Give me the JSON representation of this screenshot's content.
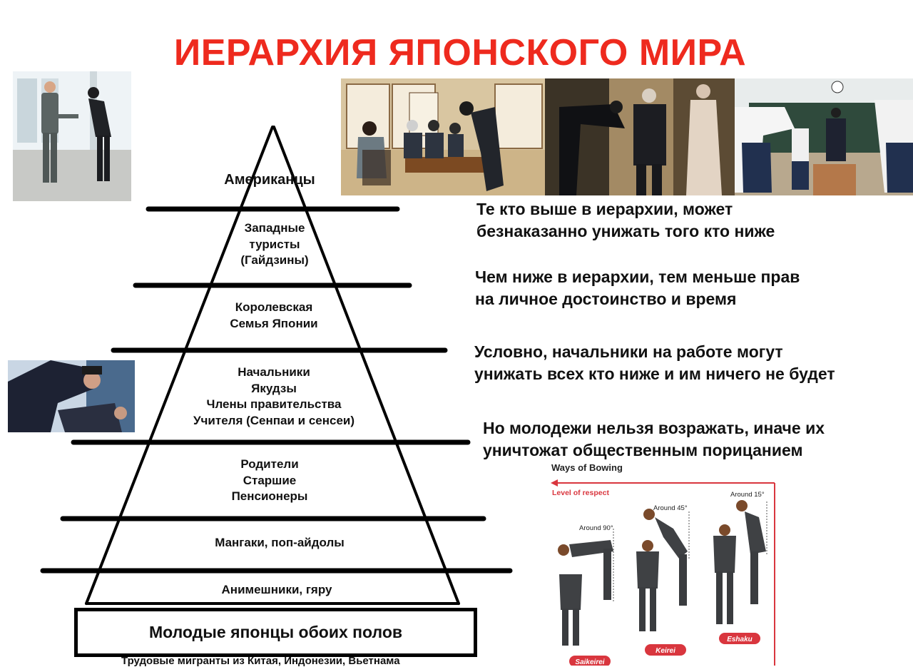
{
  "title": "ИЕРАРХИЯ ЯПОНСКОГО МИРА",
  "pyramid": {
    "tiers": [
      {
        "label": "Американцы"
      },
      {
        "label": "Западные\nтуристы\n(Гайдзины)"
      },
      {
        "label": "Королевская\nСемья Японии"
      },
      {
        "label": "Начальники\nЯкудзы\nЧлены правительства\nУчителя (Сенпаи и сенсеи)"
      },
      {
        "label": "Родители\nСтаршие\nПенсионеры"
      },
      {
        "label": "Мангаки, поп-айдолы"
      },
      {
        "label": "Анимешники, гяру"
      }
    ],
    "base_box": "Молодые японцы обоих полов",
    "below_base": "Трудовые мигранты из Китая, Индонезии, Вьетнама"
  },
  "notes": [
    "Те кто выше в иерархии, может\nбезнаказанно унижать того кто ниже",
    "Чем ниже в иерархии, тем меньше прав\nна личное достоинство и время",
    "Условно, начальники на работе могут\nунижать всех кто ниже и им ничего не будет",
    "Но молодежи нельзя возражать, иначе их\nуничтожат общественным порицанием"
  ],
  "bowing_chart": {
    "title": "Ways of Bowing",
    "axis_label": "Level of respect",
    "angles": [
      "Around 90°",
      "Around 45°",
      "Around 15°"
    ],
    "names": [
      "Saikeirei",
      "Keirei",
      "Eshaku"
    ],
    "accent_color": "#d9363e"
  },
  "colors": {
    "title": "#ee2a1e"
  }
}
